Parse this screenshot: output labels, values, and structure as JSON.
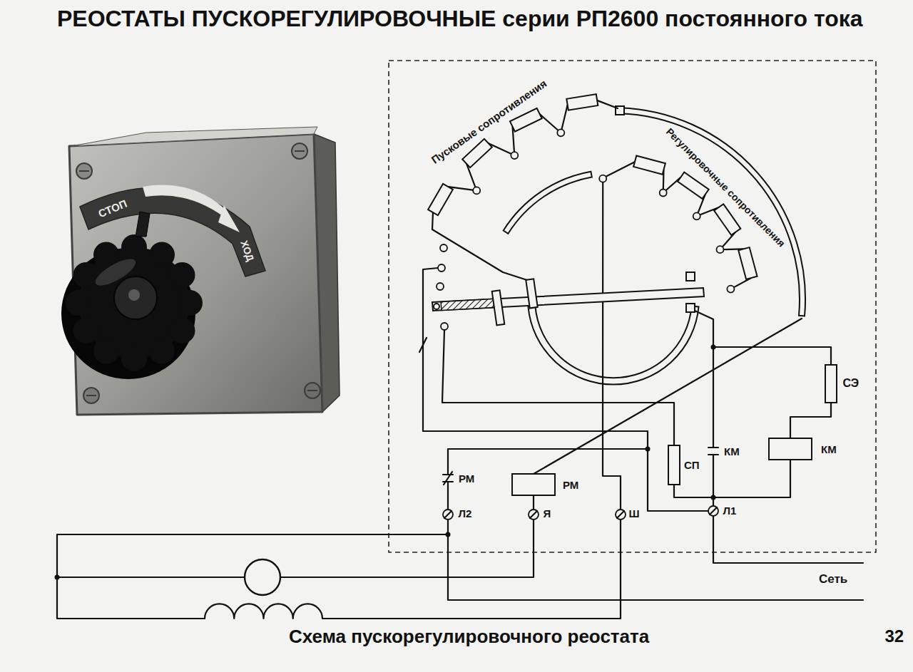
{
  "diagram": {
    "title": "РЕОСТАТЫ ПУСКОРЕГУЛИРОВОЧНЫЕ серии РП2600 постоянного тока",
    "caption": "Схема пускорегулировочного реостата",
    "labels": [
      "СТОП",
      "ХОД",
      "Пусковые сопротивления",
      "Регулировочные сопротивления",
      "СЭ",
      "КМ",
      "КМ",
      "СП",
      "РМ",
      "РМ",
      "Л2",
      "Я",
      "Ш",
      "Л1",
      "Сеть",
      "32"
    ]
  }
}
